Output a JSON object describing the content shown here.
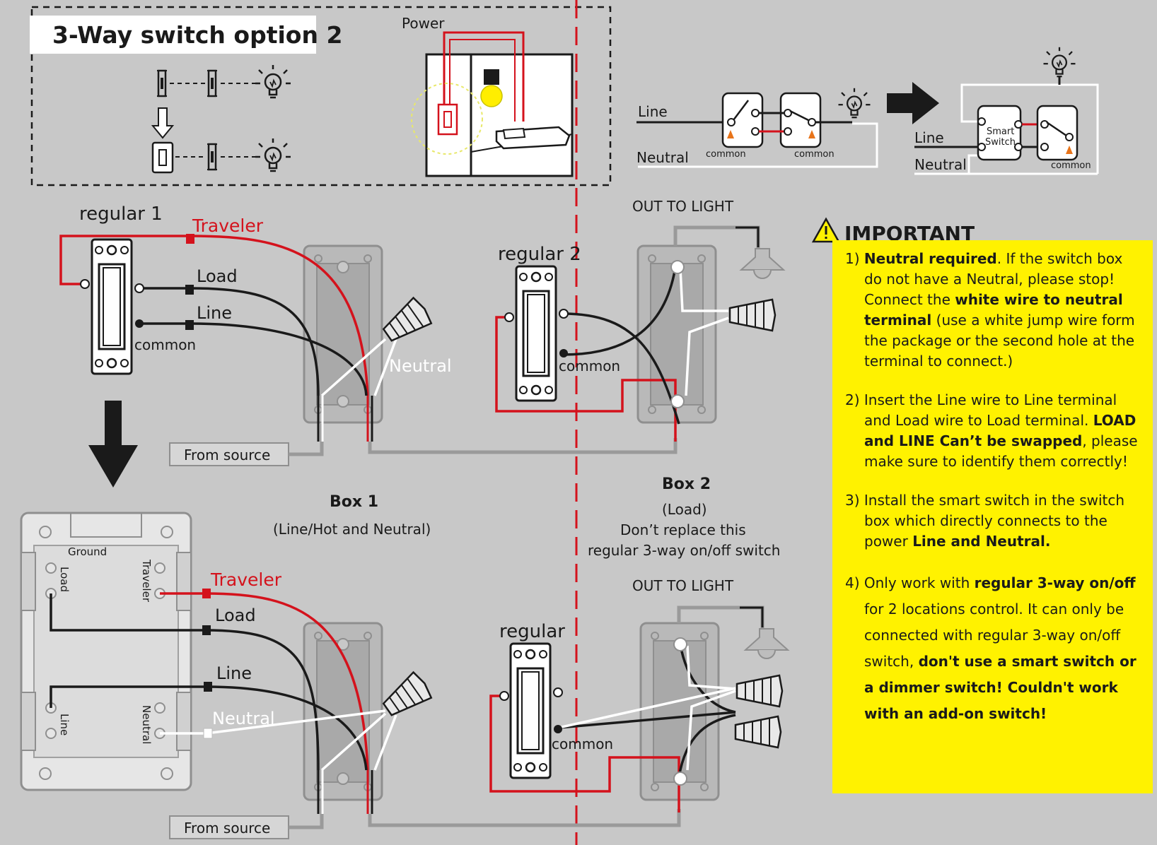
{
  "title": "3-Way switch option 2",
  "top_diagram": {
    "power_label": "Power",
    "line_label": "Line",
    "neutral_label": "Neutral",
    "common_left": "common",
    "common_right": "common",
    "smart_switch_label_1": "Smart",
    "smart_switch_label_2": "Switch",
    "line_label_after": "Line",
    "neutral_label_after": "Neutral",
    "common_after": "common"
  },
  "box1_before": {
    "switch_label": "regular 1",
    "traveler": "Traveler",
    "load": "Load",
    "line": "Line",
    "common": "common",
    "neutral": "Neutral",
    "from_source": "From source"
  },
  "box2_before": {
    "switch_label": "regular 2",
    "common": "common",
    "out_to_light": "OUT TO LIGHT"
  },
  "box1_caption": {
    "title": "Box 1",
    "subtitle": "(Line/Hot and Neutral)"
  },
  "box2_caption": {
    "title": "Box 2",
    "line1": "(Load)",
    "line2": "Don’t replace this",
    "line3": "regular 3-way on/off switch"
  },
  "box1_after": {
    "ground": "Ground",
    "load_terminal": "Load",
    "traveler_terminal": "Traveler",
    "line_terminal": "Line",
    "neutral_terminal": "Neutral",
    "traveler": "Traveler",
    "load": "Load",
    "line": "Line",
    "neutral": "Neutral",
    "from_source": "From source"
  },
  "box2_after": {
    "switch_label": "regular",
    "common": "common",
    "out_to_light": "OUT TO LIGHT"
  },
  "important": {
    "heading": "IMPORTANT",
    "item1": {
      "num": "1)",
      "b1": "Neutral required",
      "t1": ". If the switch box do not have a Neutral, please stop! Connect the ",
      "b2": "white wire to neutral terminal",
      "t2": " (use a white jump wire form the package or the second hole at the terminal to connect.)"
    },
    "item2": {
      "num": "2)",
      "t1": "Insert the Line wire to Line terminal and Load wire to Load terminal. ",
      "b1": "LOAD and LINE Can’t be swapped",
      "t2": ", please make sure to identify them correctly!"
    },
    "item3": {
      "num": "3)",
      "t1": "Install the smart switch in the switch box which directly connects to the power ",
      "b1": "Line and Neutral."
    },
    "item4": {
      "num": "4)",
      "t1": "Only work with ",
      "b1": "regular 3-way on/off",
      "t2": " for 2 locations control. It can only be connected with regular 3-way on/off switch, ",
      "b2": "don't use a smart switch or a dimmer switch! Couldn't work with an add-on switch!"
    }
  },
  "colors": {
    "background": "#c8c8c8",
    "wire_red": "#d4121c",
    "wire_black": "#1a1a1a",
    "wire_white": "#ffffff",
    "panel_yellow": "#fff200",
    "bulb_yellow": "#ffee00"
  }
}
